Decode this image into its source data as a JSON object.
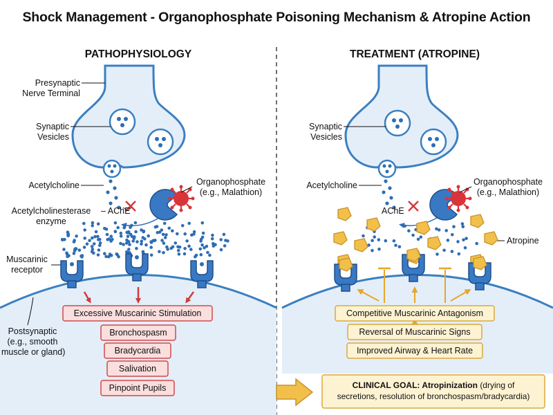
{
  "title": "Shock Management - Organophosphate Poisoning Mechanism & Atropine Action",
  "left": {
    "heading": "PATHOPHYSIOLOGY",
    "presynaptic": [
      "Presynaptic",
      "Nerve Terminal"
    ],
    "vesicles": [
      "Synaptic",
      "Vesicles"
    ],
    "acetylcholine": "Acetylcholine",
    "ache_enzyme": [
      "Acetylcholinesterase",
      "enzyme"
    ],
    "ache": "AChE",
    "organophosphate": [
      "Organophosphate",
      "(e.g., Malathion)"
    ],
    "receptor": [
      "Muscarinic",
      "receptor"
    ],
    "postsynaptic": [
      "Postsynaptic",
      "(e.g., smooth",
      "muscle or gland)"
    ],
    "effects": [
      "Excessive Muscarinic Stimulation",
      "Bronchospasm",
      "Bradycardia",
      "Salivation",
      "Pinpoint Pupils"
    ]
  },
  "right": {
    "heading": "TREATMENT (ATROPINE)",
    "vesicles": [
      "Synaptic",
      "Vesicles"
    ],
    "acetylcholine": "Acetylcholine",
    "ache": "AChE",
    "organophosphate": [
      "Organophosphate",
      "(e.g., Malathion)"
    ],
    "atropine": "Atropine",
    "effects": [
      "Competitive Muscarinic Antagonism",
      "Reversal of Muscarinic Signs",
      "Improved Airway & Heart Rate"
    ]
  },
  "goal": {
    "bold": "CLINICAL GOAL: Atropinization",
    "rest1": "(drying of",
    "rest2": "secretions, resolution of bronchospasm/bradycardia)"
  },
  "colors": {
    "membrane": "#3a7fc0",
    "membrane_fill": "#e4eef9",
    "ach_dot": "#2f6db3",
    "receptor": "#3979c4",
    "organophosphate": "#d8343a",
    "atropine": "#f2c04a",
    "red_box_fill": "#fbdede",
    "red_box_border": "#cf4a4a",
    "yellow_box_fill": "#fdf3d2",
    "yellow_box_border": "#d9a93a",
    "arrow_orange": "#f0b232",
    "arrow_red": "#d23a3a"
  }
}
